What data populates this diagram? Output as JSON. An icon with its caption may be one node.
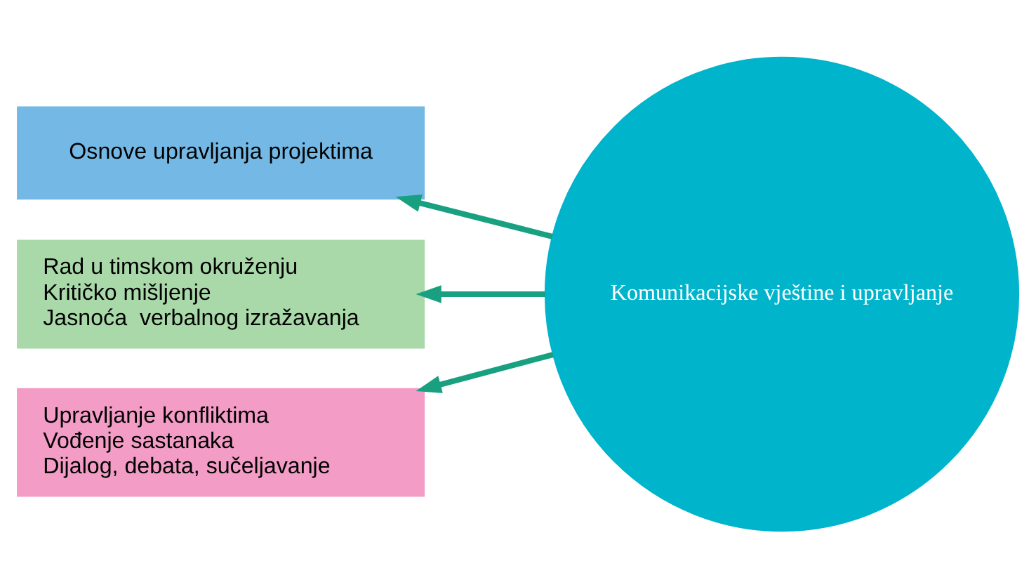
{
  "diagram": {
    "nodes": [
      {
        "text": [
          "Komunikacijske vještine i upravljanje"
        ]
      },
      {
        "text": [
          "Osnove upravljanja projektima"
        ]
      },
      {
        "text": [
          "Rad u timskom okruženju",
          "Kritičko mišljenje",
          "Jasnoća  verbalnog izražavanja"
        ]
      },
      {
        "text": [
          "Upravljanje konfliktima",
          "Vođenje sastanaka",
          "Dijalog, debata, sučeljavanje"
        ]
      }
    ],
    "edges": [
      {
        "from": 0,
        "to": 1,
        "arrow": "to"
      },
      {
        "from": 0,
        "to": 2,
        "arrow": "to"
      },
      {
        "from": 0,
        "to": 3,
        "arrow": "to"
      }
    ]
  }
}
